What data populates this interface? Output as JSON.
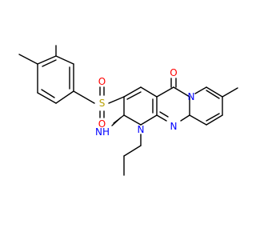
{
  "atoms": [
    {
      "id": "s1",
      "text": "S",
      "color": "#B8A000"
    },
    {
      "id": "o1",
      "text": "O",
      "color": "#FF0000"
    },
    {
      "id": "o2",
      "text": "O",
      "color": "#FF0000"
    },
    {
      "id": "o3",
      "text": "O",
      "color": "#FF0000"
    },
    {
      "id": "n1",
      "text": "N",
      "color": "#0000FF"
    },
    {
      "id": "n2",
      "text": "N",
      "color": "#0000FF"
    },
    {
      "id": "n3",
      "text": "N",
      "color": "#0000FF"
    },
    {
      "id": "nh",
      "text": "NH",
      "color": "#0000FF"
    }
  ],
  "colors": {
    "bond": "#000000",
    "background": "#FFFFFF"
  }
}
